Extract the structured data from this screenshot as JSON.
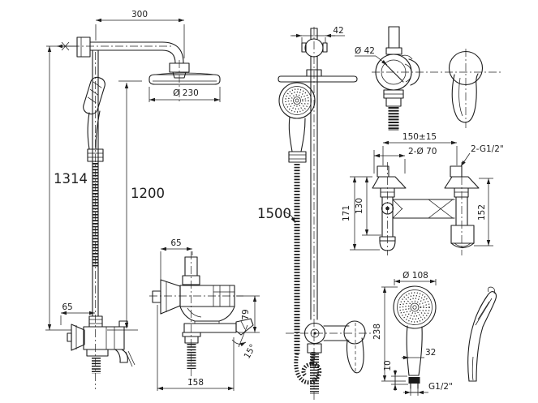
{
  "drawing": {
    "background": "#ffffff",
    "line_color": "#1d1d1d",
    "views": {
      "column_front": {
        "label": "shower-column-front-view",
        "dims": {
          "arm_length": "300",
          "head_diameter": "Ø 230",
          "total_height": "1314",
          "bar_height": "1200",
          "valve_center_offset": "65"
        }
      },
      "valve_detail": {
        "label": "mixer-valve-detail-view",
        "dims": {
          "handle_offset": "65",
          "body_height": "79",
          "tilt_angle": "15°",
          "base_length": "158"
        }
      },
      "slide_bar": {
        "label": "slide-bar-view",
        "dims": {
          "bracket_width": "42",
          "hose_length": "1500"
        }
      },
      "mixer_side": {
        "label": "mixer-side-view",
        "dims": {
          "body_diameter": "Ø 42"
        }
      },
      "wall_unions": {
        "label": "wall-union-view",
        "dims": {
          "center_distance": "150±15",
          "escutcheon_diameter": "2-Ø 70",
          "thread_size": "2-G1/2\"",
          "left_height": "171",
          "inner_height": "130",
          "right_height": "152"
        }
      },
      "hand_shower": {
        "label": "hand-shower-view",
        "dims": {
          "head_diameter": "Ø 108",
          "total_length": "238",
          "handle_width": "32",
          "collar_height": "10",
          "thread_size": "G1/2\""
        }
      }
    }
  }
}
